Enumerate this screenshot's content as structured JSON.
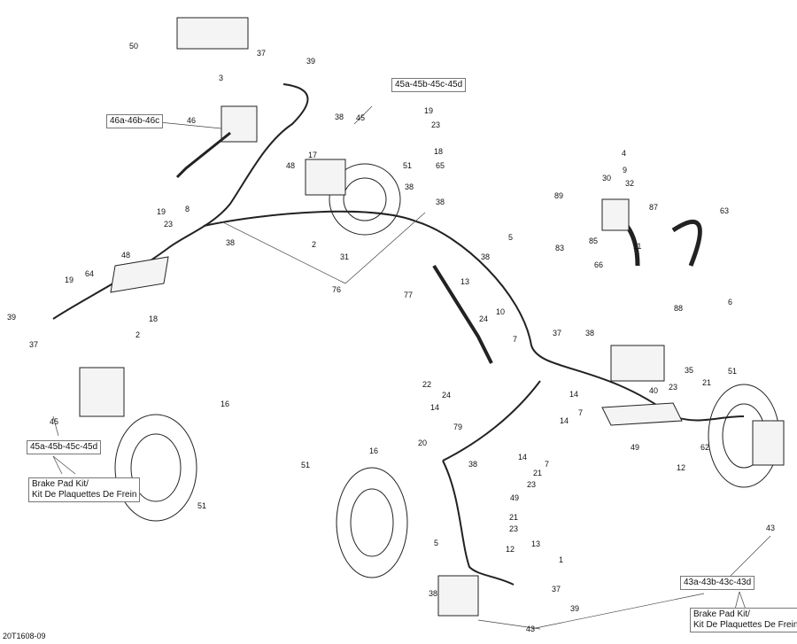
{
  "diagram": {
    "callouts": [
      "50",
      "37",
      "39",
      "3",
      "46",
      "38",
      "45",
      "19",
      "23",
      "18",
      "65",
      "17",
      "48",
      "51",
      "38",
      "4",
      "9",
      "30",
      "32",
      "87",
      "63",
      "89",
      "85",
      "11",
      "66",
      "88",
      "38",
      "19",
      "8",
      "23",
      "2",
      "31",
      "38",
      "5",
      "83",
      "48",
      "64",
      "19",
      "76",
      "38",
      "13",
      "77",
      "10",
      "24",
      "18",
      "39",
      "37",
      "2",
      "6",
      "7",
      "37",
      "38",
      "22",
      "24",
      "14",
      "35",
      "40",
      "14",
      "7",
      "21",
      "23",
      "16",
      "45",
      "14",
      "49",
      "62",
      "12",
      "51",
      "20",
      "79",
      "14",
      "7",
      "38",
      "21",
      "23",
      "49",
      "51",
      "16",
      "21",
      "23",
      "12",
      "13",
      "5",
      "1",
      "37",
      "39",
      "38",
      "43",
      "43",
      "51"
    ],
    "kit_refs": {
      "top_45": "45a-45b-45c-45d",
      "top_46": "46a-46b-46c",
      "left_45": "45a-45b-45c-45d",
      "right_43": "43a-43b-43c-43d"
    },
    "brake_pad_kit": {
      "line1": "Brake Pad Kit/",
      "line2": "Kit De Plaquettes De Frein"
    },
    "drawing_code": "20T1608-09"
  }
}
